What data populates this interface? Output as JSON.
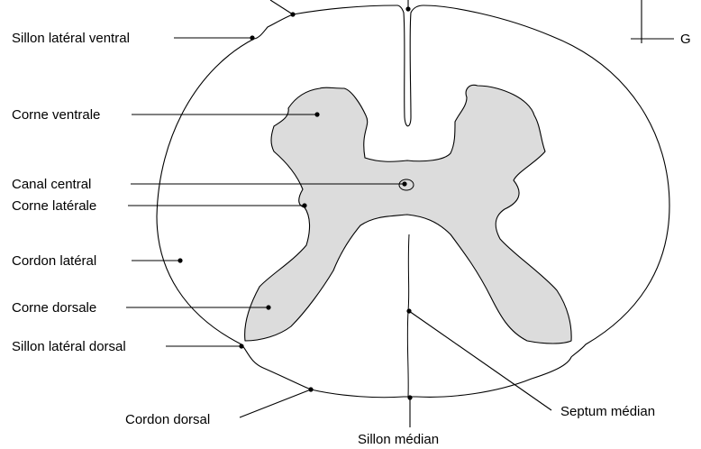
{
  "labels": {
    "sillon_lateral_ventral": "Sillon latéral ventral",
    "corne_ventrale": "Corne ventrale",
    "canal_central": "Canal central",
    "corne_laterale": "Corne latérale",
    "cordon_lateral": "Cordon latéral",
    "corne_dorsale": "Corne dorsale",
    "sillon_lateral_dorsal": "Sillon latéral dorsal",
    "cordon_dorsal": "Cordon dorsal",
    "sillon_median": "Sillon médian",
    "septum_median": "Septum médian",
    "orientation": "G"
  },
  "colors": {
    "grey_matter": "#dcdcdc",
    "white_matter": "#ffffff",
    "stroke": "#000000"
  }
}
